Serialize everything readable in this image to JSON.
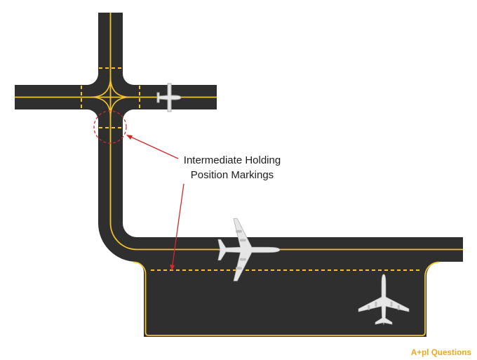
{
  "callout": {
    "line1": "Intermediate Holding",
    "line2": "Position Markings"
  },
  "brand": {
    "text": "A+pl Questions"
  },
  "colors": {
    "asphalt": "#2f2f2f",
    "centerline": "#f2c230",
    "callout_red": "#d12a2a",
    "aircraft": "#e2e2e2"
  },
  "icons": [
    "light-aircraft-icon",
    "jet-aircraft-icon",
    "jet-aircraft-icon"
  ]
}
